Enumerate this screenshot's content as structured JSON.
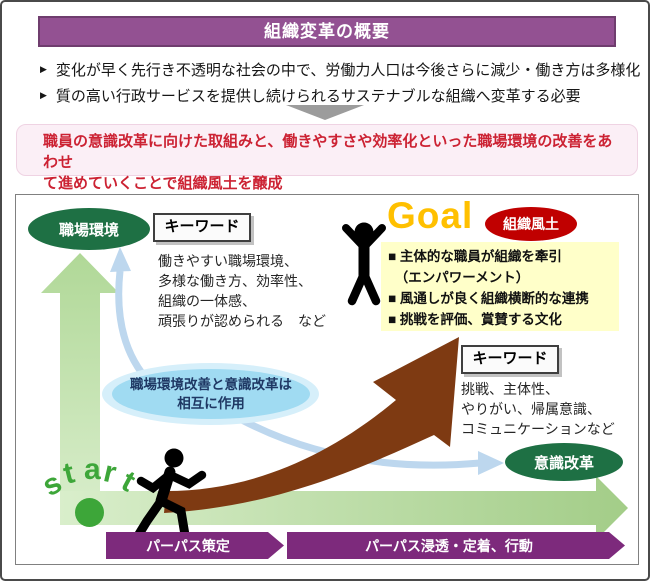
{
  "header": {
    "title": "組織変革の概要"
  },
  "intro": {
    "bullets": [
      {
        "marker": "▶",
        "text": "変化が早く先行き不透明な社会の中で、労働力人口は今後さらに減少・働き方は多様化"
      },
      {
        "marker": "▶",
        "text": "質の高い行政サービスを提供し続けられるサステナブルな組織へ変革する必要"
      }
    ]
  },
  "summary": {
    "text": "職員の意識改革に向けた取組みと、働きやすさや効率化といった職場環境の改善をあわせ\nて進めていくことで組織風土を醸成"
  },
  "diagram": {
    "workplace_env_label": "職場環境",
    "keyword_box1": {
      "title": "キーワード",
      "text": "働きやすい職場環境、\n多様な働き方、効率性、\n組織の一体感、\n頑張りが認められる　など"
    },
    "goal_label": "Goal",
    "culture_label": "組織風土",
    "goal_points": [
      "■ 主体的な職員が組織を牽引",
      "　（エンパワーメント）",
      "■ 風通しが良く組織横断的な連携",
      "■ 挑戦を評価、賞賛する文化"
    ],
    "keyword_box2": {
      "title": "キーワード",
      "text": "挑戦、主体性、\nやりがい、帰属意識、\nコミュニケーションなど"
    },
    "mutual_label": "職場環境改善と意識改革は\n相互に作用",
    "awareness_label": "意識改革",
    "start_label": "start",
    "phase1_label": "パーパス策定",
    "phase2_label": "パーパス浸透・定着、行動"
  },
  "colors": {
    "banner_purple": "#935192",
    "banner_border": "#6f3d6e",
    "chevron_purple": "#7d2a7c",
    "green_dark": "#1e7044",
    "red": "#c00000",
    "gold": "#ffc000",
    "brown": "#7e3a12",
    "blue_light": "#bdd7ee",
    "ellipse_blue": "#a0dbf2",
    "ellipse_blue_glow": "#d6effa",
    "navy": "#1f3864",
    "pink_bg": "#fbeff6",
    "red_text": "#cc2233",
    "yellow_bg": "#ffffc9",
    "start_green": "#3da639"
  }
}
